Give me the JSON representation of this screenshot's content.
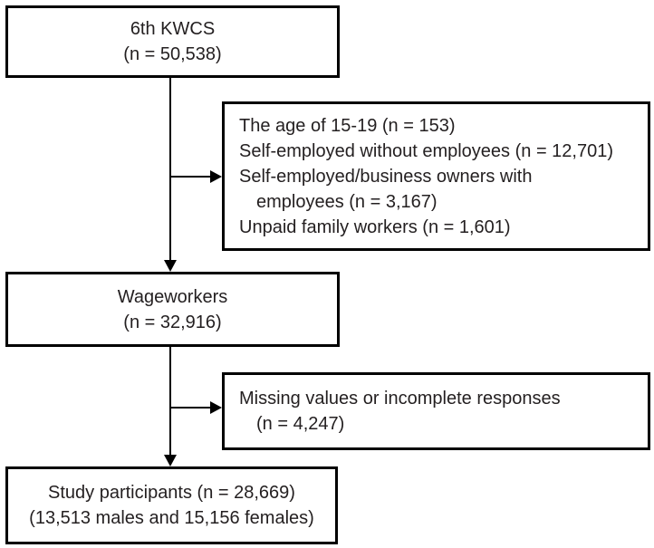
{
  "diagram": {
    "source_box": {
      "title": "6th KWCS",
      "count": "(n = 50,538)"
    },
    "exclusion1_box": {
      "lines": [
        "The age of 15-19 (n = 153)",
        "Self-employed without employees (n = 12,701)",
        "Self-employed/business owners with",
        "employees (n = 3,167)",
        "Unpaid family workers (n = 1,601)"
      ]
    },
    "wageworkers_box": {
      "title": "Wageworkers",
      "count": "(n = 32,916)"
    },
    "exclusion2_box": {
      "lines": [
        "Missing values or incomplete responses",
        "(n = 4,247)"
      ]
    },
    "participants_box": {
      "title": "Study participants (n = 28,669)",
      "subtitle": "(13,513 males and 15,156 females)"
    },
    "colors": {
      "line": "#000000",
      "text": "#231f20",
      "background": "#ffffff"
    }
  }
}
